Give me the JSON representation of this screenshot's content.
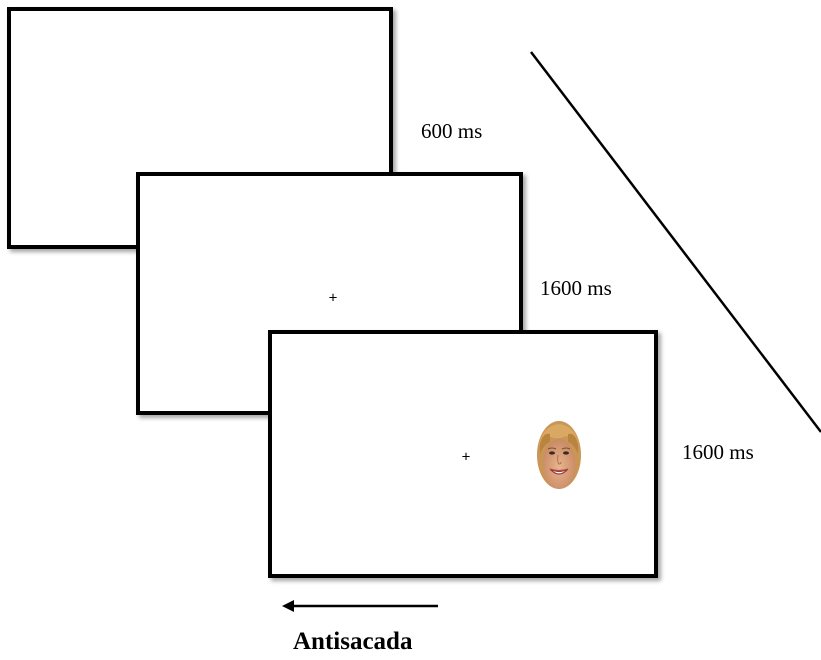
{
  "trial": {
    "screens": [
      {
        "duration": "600 ms",
        "content": "blank"
      },
      {
        "duration": "1600 ms",
        "content": "fixation",
        "fixation_symbol": "+"
      },
      {
        "duration": "1600 ms",
        "content": "fixation-and-face",
        "fixation_symbol": "+",
        "stimulus_icon": "smiling-face-icon",
        "stimulus_side": "right"
      }
    ],
    "response_direction": "left",
    "condition": "Antisacada"
  },
  "colors": {
    "frame": "#000000",
    "background": "#ffffff"
  }
}
